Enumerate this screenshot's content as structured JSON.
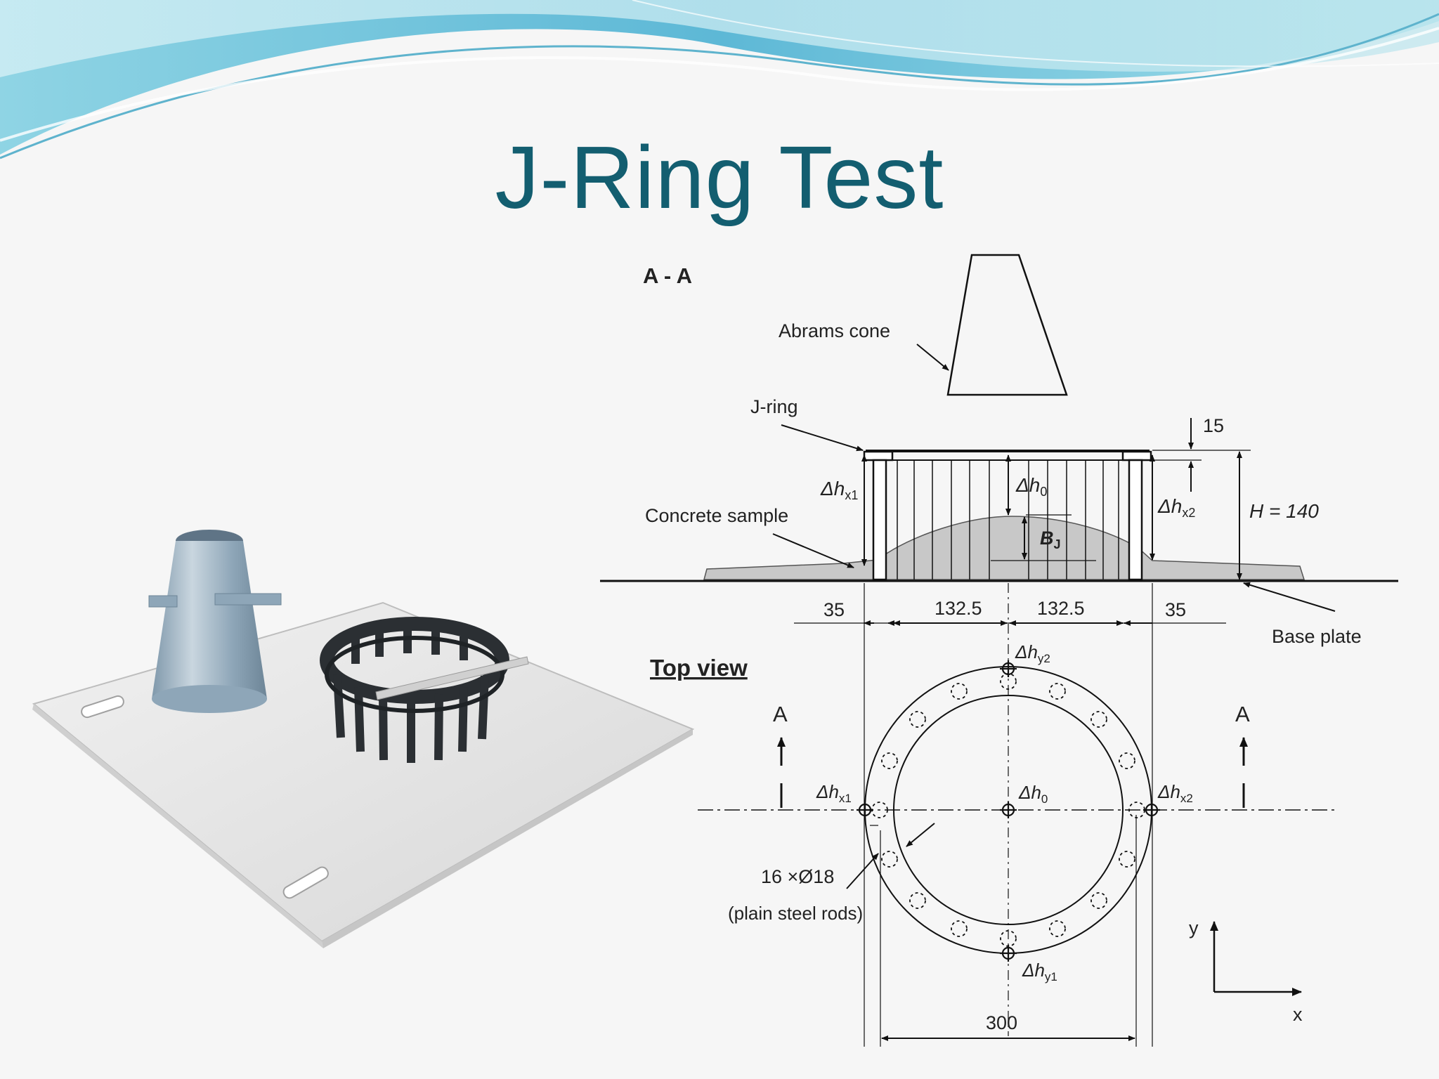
{
  "slide": {
    "title": "J-Ring Test"
  },
  "diagram": {
    "section_label": "A - A",
    "abrams_cone_label": "Abrams cone",
    "j_ring_label": "J-ring",
    "concrete_sample_label": "Concrete sample",
    "base_plate_label": "Base plate",
    "top_view_label": "Top view",
    "dim_15": "15",
    "height_label": "H = 140",
    "dim_35_left": "35",
    "dim_132_5_left": "132.5",
    "dim_132_5_right": "132.5",
    "dim_35_right": "35",
    "dim_300": "300",
    "rods_count": "16 ×Ø18",
    "rods_desc": "(plain steel rods)",
    "section_arrow_left": "A",
    "section_arrow_right": "A",
    "axis_x": "x",
    "axis_y": "y",
    "delta": "Δh",
    "sub_x1": "x1",
    "sub_x2": "x2",
    "sub_0": "0",
    "sub_y1": "y1",
    "sub_y2": "y2",
    "bj_main": "B",
    "bj_sub": "J"
  },
  "colors": {
    "title": "#135e70",
    "wave_light": "#bfe6ee",
    "wave_mid": "#7fd0e0",
    "wave_dark": "#5fb6d0",
    "concrete": "#c8c8c8",
    "plate": "#e4e4e4",
    "cone_metal": "#9fb3c4",
    "ring_dark": "#2b2f33"
  }
}
